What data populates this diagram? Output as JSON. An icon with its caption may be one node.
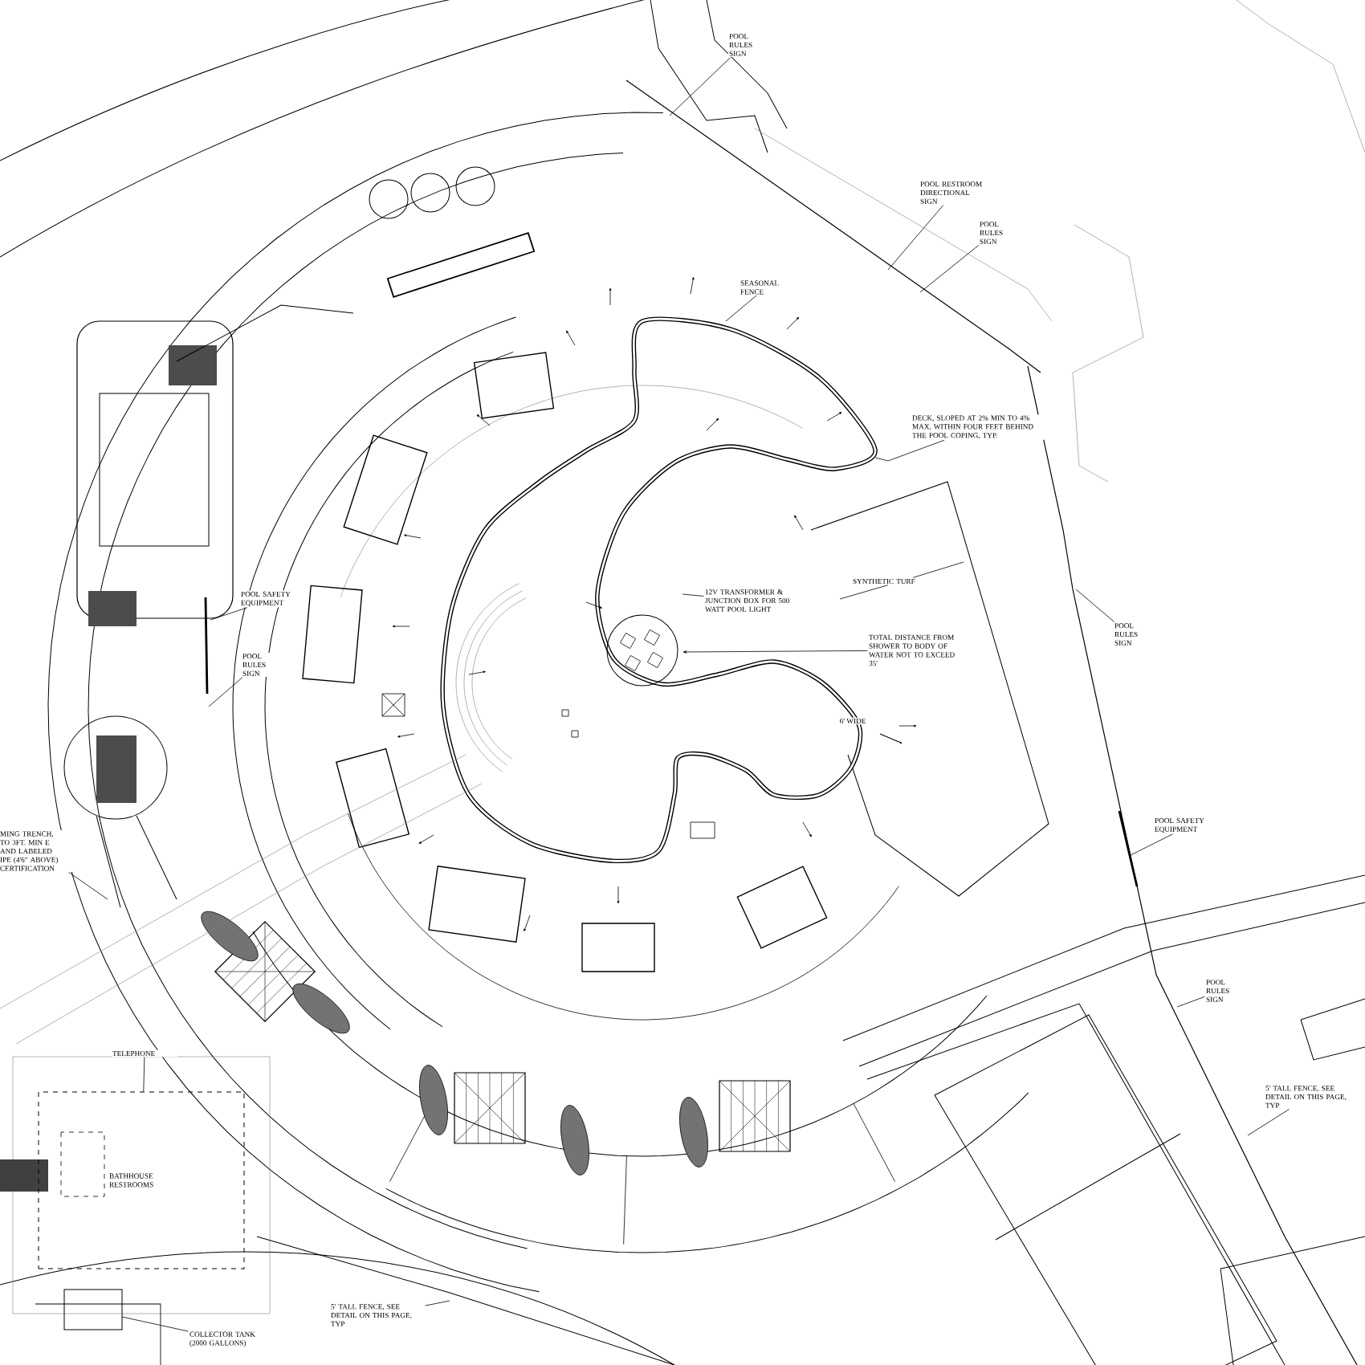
{
  "diagram": {
    "nodes": [
      {
        "text": [
          "POOL RULES SIGN"
        ]
      },
      {
        "text": [
          "POOL RESTROOM DIRECTIONAL SIGN"
        ]
      },
      {
        "text": [
          "POOL RULES SIGN"
        ]
      },
      {
        "text": [
          "SEASONAL FENCE"
        ]
      },
      {
        "text": [
          "DECK, SLOPED AT 2% MIN TO 4% MAX, WITHIN FOUR FEET BEHIND THE POOL COPING, TYP."
        ]
      },
      {
        "text": [
          "SYNTHETIC TURF"
        ]
      },
      {
        "text": [
          "12V TRANSFORMER & JUNCTION BOX FOR 500 WATT POOL LIGHT"
        ]
      },
      {
        "text": [
          "TOTAL DISTANCE FROM SHOWER TO BODY OF WATER NOT TO EXCEED 35'"
        ]
      },
      {
        "text": [
          "POOL SAFETY EQUIPMENT"
        ]
      },
      {
        "text": [
          "POOL RULES SIGN"
        ]
      },
      {
        "text": [
          "POOL RULES SIGN"
        ]
      },
      {
        "text": [
          "POOL SAFETY EQUIPMENT"
        ]
      },
      {
        "text": [
          "POOL RULES SIGN"
        ]
      },
      {
        "text": [
          "5' TALL FENCE, SEE DETAIL ON THIS PAGE, TYP"
        ]
      },
      {
        "text": [
          "MING TRENCH, TO 3FT. MIN E AND LABELED IPE (4'6\" ABOVE) CERTIFICATION"
        ]
      },
      {
        "text": [
          "TELEPHONE"
        ]
      },
      {
        "text": [
          "BATHHOUSE RESTROOMS"
        ]
      },
      {
        "text": [
          "5' TALL FENCE, SEE DETAIL ON THIS PAGE, TYP"
        ]
      },
      {
        "text": [
          "COLLECTOR TANK (2000 GALLONS)"
        ]
      }
    ],
    "edges": [
      {
        "from": 0,
        "to": null,
        "arrow": "none"
      },
      {
        "from": 1,
        "to": null,
        "arrow": "none"
      },
      {
        "from": 2,
        "to": null,
        "arrow": "none"
      },
      {
        "from": 3,
        "to": null,
        "arrow": "none"
      },
      {
        "from": 4,
        "to": null,
        "arrow": "none"
      },
      {
        "from": 5,
        "to": null,
        "arrow": "none"
      },
      {
        "from": 5,
        "to": null,
        "arrow": "none"
      },
      {
        "from": 6,
        "to": null,
        "arrow": "none"
      },
      {
        "from": 7,
        "to": null,
        "arrow": "to"
      },
      {
        "from": 8,
        "to": null,
        "arrow": "none"
      },
      {
        "from": 9,
        "to": null,
        "arrow": "none"
      },
      {
        "from": 10,
        "to": null,
        "arrow": "none"
      },
      {
        "from": 11,
        "to": null,
        "arrow": "none"
      },
      {
        "from": 12,
        "to": null,
        "arrow": "none"
      },
      {
        "from": 13,
        "to": null,
        "arrow": "none"
      },
      {
        "from": 14,
        "to": null,
        "arrow": "none"
      },
      {
        "from": 15,
        "to": 16,
        "arrow": "none"
      },
      {
        "from": 17,
        "to": null,
        "arrow": "none"
      },
      {
        "from": 18,
        "to": null,
        "arrow": "none"
      }
    ],
    "labels": [
      "6' WIDE"
    ]
  }
}
